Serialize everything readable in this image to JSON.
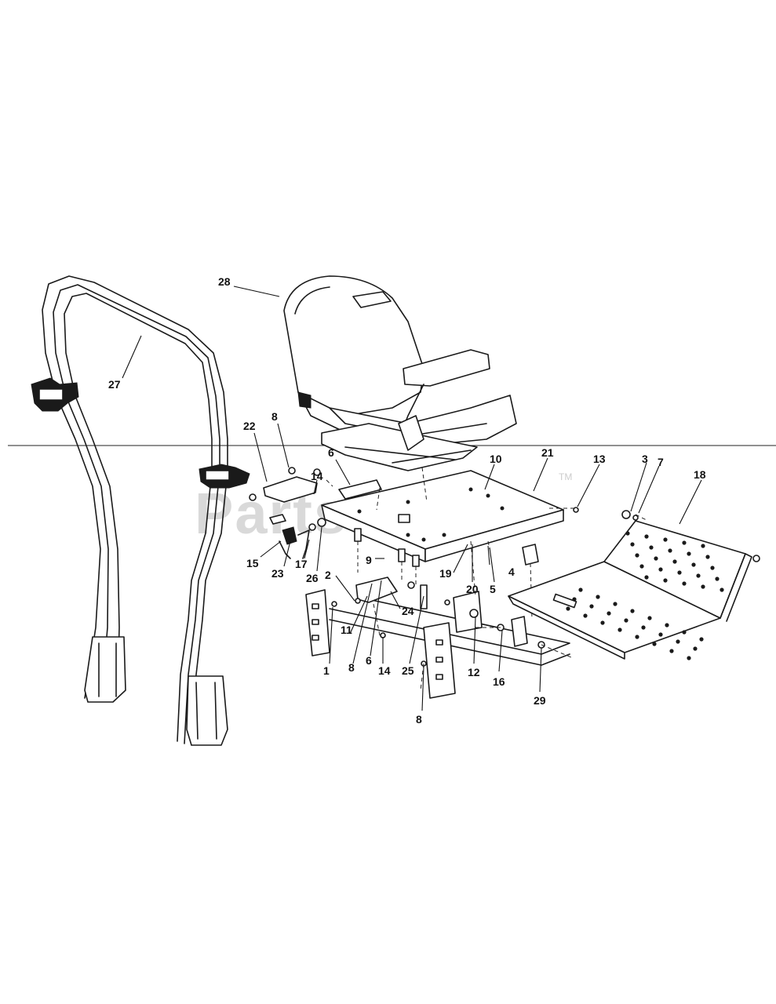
{
  "watermark": {
    "text": "PartsTree",
    "tm": "TM"
  },
  "callouts": {
    "c28": "28",
    "c27": "27",
    "c22": "22",
    "c8a": "8",
    "c14a": "14",
    "c6a": "6",
    "c10": "10",
    "c21": "21",
    "c13": "13",
    "c3": "3",
    "c7": "7",
    "c18": "18",
    "c15": "15",
    "c23": "23",
    "c17": "17",
    "c26": "26",
    "c2": "2",
    "c9": "9",
    "c19": "19",
    "c20": "20",
    "c4": "4",
    "c5": "5",
    "c24": "24",
    "c11": "11",
    "c1": "1",
    "c8b": "8",
    "c6b": "6",
    "c14b": "14",
    "c25": "25",
    "c12": "12",
    "c16": "16",
    "c29": "29",
    "c8c": "8"
  },
  "colors": {
    "line": "#1a1a1a",
    "watermark": "#d9d9d9",
    "background": "#ffffff"
  }
}
